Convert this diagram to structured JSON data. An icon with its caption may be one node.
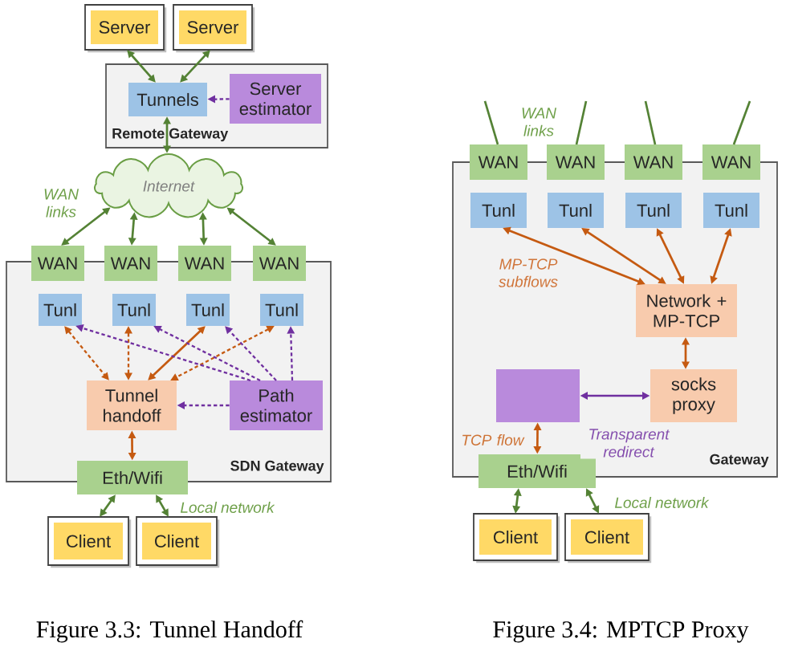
{
  "diagram": {
    "nodes": [
      {
        "text": [
          "Server"
        ]
      },
      {
        "text": [
          "Server"
        ]
      },
      {
        "text": [
          "Remote Gateway"
        ]
      },
      {
        "text": [
          "Tunnels"
        ],
        "in": 2
      },
      {
        "text": [
          "Server estimator"
        ],
        "in": 2
      },
      {
        "text": [
          "Internet"
        ]
      },
      {
        "text": [
          "SDN Gateway"
        ]
      },
      {
        "text": [
          "WAN"
        ]
      },
      {
        "text": [
          "WAN"
        ]
      },
      {
        "text": [
          "WAN"
        ]
      },
      {
        "text": [
          "WAN"
        ]
      },
      {
        "text": [
          "Tunl"
        ],
        "in": 6
      },
      {
        "text": [
          "Tunl"
        ],
        "in": 6
      },
      {
        "text": [
          "Tunl"
        ],
        "in": 6
      },
      {
        "text": [
          "Tunl"
        ],
        "in": 6
      },
      {
        "text": [
          "Tunnel handoff"
        ],
        "in": 6
      },
      {
        "text": [
          "Path estimator"
        ],
        "in": 6
      },
      {
        "text": [
          "Eth/Wifi"
        ]
      },
      {
        "text": [
          "Client"
        ]
      },
      {
        "text": [
          "Client"
        ]
      },
      {
        "text": [
          "Gateway"
        ]
      },
      {
        "text": [
          "WAN"
        ]
      },
      {
        "text": [
          "WAN"
        ]
      },
      {
        "text": [
          "WAN"
        ]
      },
      {
        "text": [
          "WAN"
        ]
      },
      {
        "text": [
          "Tunl"
        ],
        "in": 20
      },
      {
        "text": [
          "Tunl"
        ],
        "in": 20
      },
      {
        "text": [
          "Tunl"
        ],
        "in": 20
      },
      {
        "text": [
          "Tunl"
        ],
        "in": 20
      },
      {
        "text": [
          "Network + MP-TCP"
        ],
        "in": 20
      },
      {
        "text": [],
        "shape": "box",
        "in": 20
      },
      {
        "text": [
          "socks proxy"
        ],
        "in": 20
      },
      {
        "text": [
          "Eth/Wifi"
        ]
      },
      {
        "text": [
          "Client"
        ]
      },
      {
        "text": [
          "Client"
        ]
      }
    ],
    "edges": [
      {
        "from": 0,
        "to": 3,
        "arrow": "both"
      },
      {
        "from": 1,
        "to": 3,
        "arrow": "both"
      },
      {
        "from": 4,
        "to": 3,
        "arrow": "to",
        "style": "dashed",
        "color": "#7030a0"
      },
      {
        "from": 3,
        "to": 5,
        "arrow": "both"
      },
      {
        "from": 5,
        "to": 7,
        "arrow": "both"
      },
      {
        "from": 5,
        "to": 8,
        "arrow": "both"
      },
      {
        "from": 5,
        "to": 9,
        "arrow": "both"
      },
      {
        "from": 5,
        "to": 10,
        "arrow": "both"
      },
      {
        "from": 11,
        "to": 15,
        "arrow": "both",
        "style": "dashed",
        "color": "#c55a11"
      },
      {
        "from": 12,
        "to": 15,
        "arrow": "both",
        "style": "dashed",
        "color": "#c55a11"
      },
      {
        "from": 13,
        "to": 15,
        "arrow": "both",
        "color": "#c55a11"
      },
      {
        "from": 14,
        "to": 15,
        "arrow": "both",
        "style": "dashed",
        "color": "#c55a11"
      },
      {
        "from": 16,
        "to": 11,
        "arrow": "to",
        "style": "dashed",
        "color": "#7030a0"
      },
      {
        "from": 16,
        "to": 12,
        "arrow": "to",
        "style": "dashed",
        "color": "#7030a0"
      },
      {
        "from": 16,
        "to": 13,
        "arrow": "to",
        "style": "dashed",
        "color": "#7030a0"
      },
      {
        "from": 16,
        "to": 14,
        "arrow": "to",
        "style": "dashed",
        "color": "#7030a0"
      },
      {
        "from": 16,
        "to": 15,
        "arrow": "to",
        "style": "dashed",
        "color": "#7030a0"
      },
      {
        "from": 15,
        "to": 17,
        "arrow": "both",
        "color": "#c55a11"
      },
      {
        "from": 17,
        "to": 18,
        "arrow": "both"
      },
      {
        "from": 17,
        "to": 19,
        "arrow": "both"
      },
      {
        "from": 21,
        "to": null,
        "arrow": "none"
      },
      {
        "from": 22,
        "to": null,
        "arrow": "none"
      },
      {
        "from": 23,
        "to": null,
        "arrow": "none"
      },
      {
        "from": 24,
        "to": null,
        "arrow": "none"
      },
      {
        "from": 25,
        "to": 29,
        "arrow": "both",
        "color": "#c55a11"
      },
      {
        "from": 26,
        "to": 29,
        "arrow": "both",
        "color": "#c55a11"
      },
      {
        "from": 27,
        "to": 29,
        "arrow": "both",
        "color": "#c55a11"
      },
      {
        "from": 28,
        "to": 29,
        "arrow": "both",
        "color": "#c55a11"
      },
      {
        "from": 29,
        "to": 31,
        "arrow": "both",
        "color": "#c55a11"
      },
      {
        "from": 30,
        "to": 31,
        "arrow": "both",
        "color": "#7030a0",
        "label": "Transparent redirect"
      },
      {
        "from": 30,
        "to": 32,
        "arrow": "both",
        "color": "#c55a11",
        "label": "TCP flow"
      },
      {
        "from": 32,
        "to": 33,
        "arrow": "both"
      },
      {
        "from": 32,
        "to": 34,
        "arrow": "both"
      }
    ],
    "labels": [
      "WAN links",
      "Local network",
      "Figure 3.3: Tunnel Handoff",
      "WAN links",
      "MP-TCP subflows",
      "Local network",
      "Figure 3.4: MPTCP Proxy"
    ]
  }
}
